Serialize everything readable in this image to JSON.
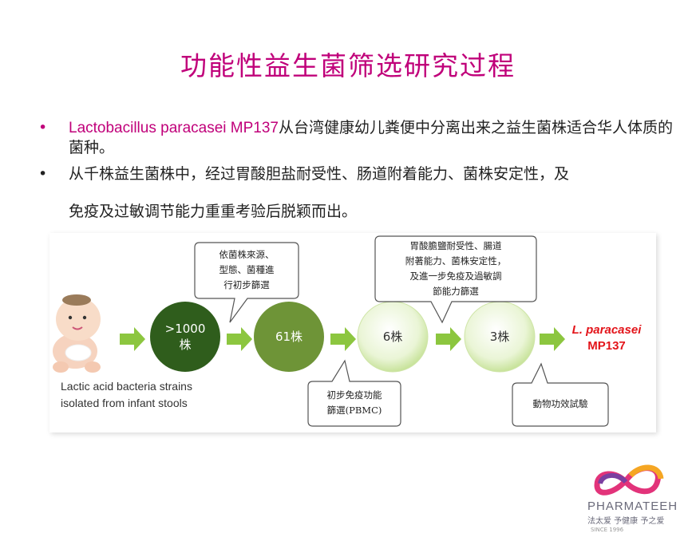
{
  "title": "功能性益生菌筛选研究过程",
  "bullets": {
    "b1_dot": "•",
    "b1_latin": "Lactobacillus paracasei    MP137",
    "b1_rest": "从台湾健康幼儿粪便中分离出来之益生菌株适合华人体质的菌种。",
    "b2_dot": "•",
    "b2_line1": "从千株益生菌株中，经过胃酸胆盐耐受性、肠道附着能力、菌株安定性，及",
    "b2_line2": "免疫及过敏调节能力重重考验后脱颖而出。"
  },
  "diagram": {
    "caption_line1": "Lactic acid bacteria strains",
    "caption_line2": "isolated from infant stools",
    "circles": [
      {
        "line1": ">1000",
        "line2": "株"
      },
      {
        "line1": "61株",
        "line2": ""
      },
      {
        "line1": "6株",
        "line2": ""
      },
      {
        "line1": "3株",
        "line2": ""
      }
    ],
    "final_line1": "L. paracasei",
    "final_line2": "MP137",
    "bubbles": {
      "top1": [
        "依菌株來源、",
        "型態、菌種進",
        "行初步篩選"
      ],
      "top2": [
        "胃酸膽鹽耐受性、腸道",
        "附著能力、菌株安定性，",
        "及進一步免疫及過敏調",
        "節能力篩選"
      ],
      "bottom1": [
        "初步免疫功能",
        "篩選(PBMC)"
      ],
      "bottom2": [
        "動物功效試驗"
      ]
    },
    "colors": {
      "dark_green": "#2f5d1c",
      "mid_green": "#6e9437",
      "light_green": "#e6f3cf",
      "arrow": "#8cc63f",
      "red": "#e3141a"
    }
  },
  "logo": {
    "name": "PHARMATEEH",
    "tagline": "法太爱  予健康  予之爱",
    "since": "SINCE 1996"
  }
}
